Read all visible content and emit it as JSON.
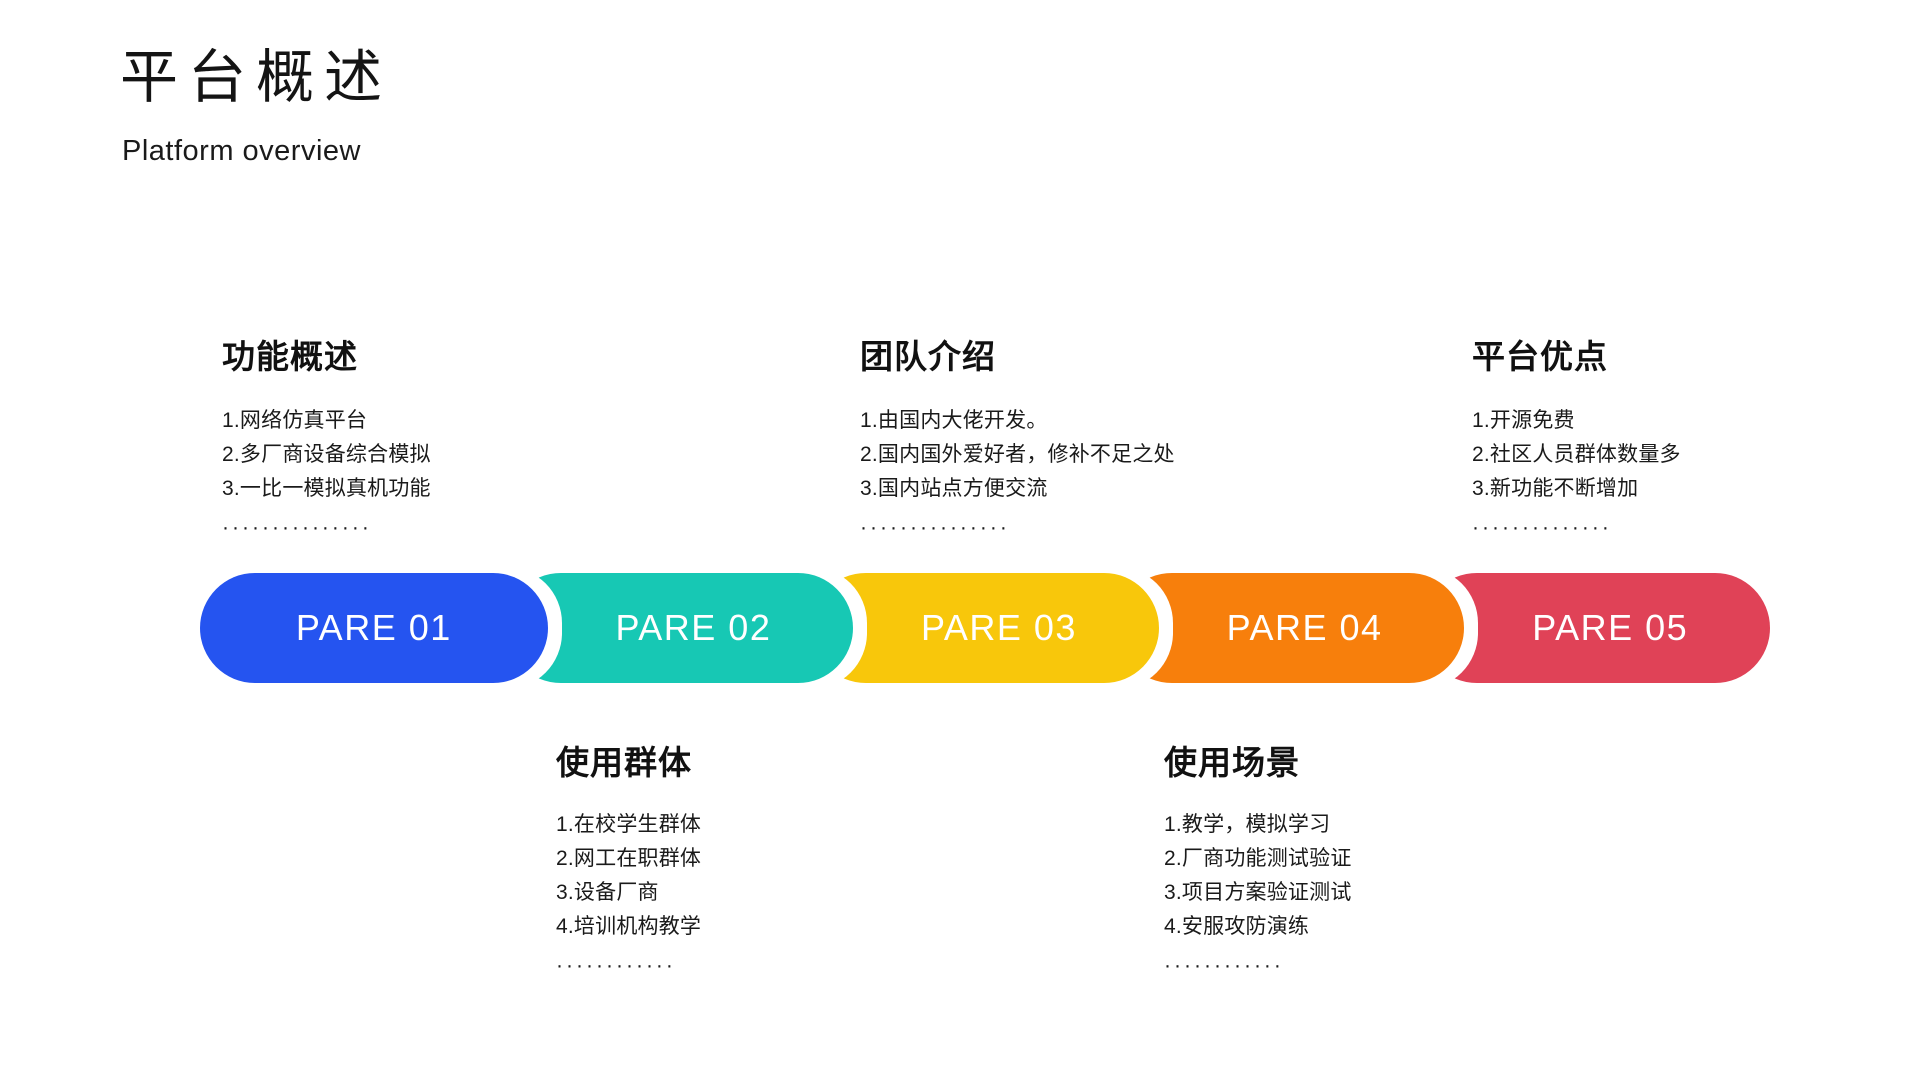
{
  "header": {
    "title": "平台概述",
    "subtitle": "Platform overview"
  },
  "colors": {
    "pill_1": "#2554F0",
    "pill_2": "#17C8B4",
    "pill_3": "#F8C70B",
    "pill_4": "#F77F0C",
    "pill_5": "#E04257",
    "text": "#111111",
    "background": "#FFFFFF"
  },
  "pills": [
    {
      "label": "PARE 01",
      "color": "#2554F0"
    },
    {
      "label": "PARE 02",
      "color": "#17C8B4"
    },
    {
      "label": "PARE 03",
      "color": "#F8C70B"
    },
    {
      "label": "PARE 04",
      "color": "#F77F0C"
    },
    {
      "label": "PARE 05",
      "color": "#E04257"
    }
  ],
  "columns": [
    {
      "title": "功能概述",
      "position": "top",
      "items": [
        "1.网络仿真平台",
        "2.多厂商设备综合模拟",
        "3.一比一模拟真机功能"
      ],
      "ellipsis": "···············"
    },
    {
      "title": "使用群体",
      "position": "bottom",
      "items": [
        "1.在校学生群体",
        "2.网工在职群体",
        "3.设备厂商",
        "4.培训机构教学"
      ],
      "ellipsis": "············"
    },
    {
      "title": "团队介绍",
      "position": "top",
      "items": [
        "1.由国内大佬开发。",
        "2.国内国外爱好者，修补不足之处",
        "3.国内站点方便交流"
      ],
      "ellipsis": "···············"
    },
    {
      "title": "使用场景",
      "position": "bottom",
      "items": [
        "1.教学，模拟学习",
        "2.厂商功能测试验证",
        "3.项目方案验证测试",
        "4.安服攻防演练"
      ],
      "ellipsis": "············"
    },
    {
      "title": "平台优点",
      "position": "top",
      "items": [
        "1.开源免费",
        "2.社区人员群体数量多",
        "3.新功能不断增加"
      ],
      "ellipsis": "··············"
    }
  ]
}
